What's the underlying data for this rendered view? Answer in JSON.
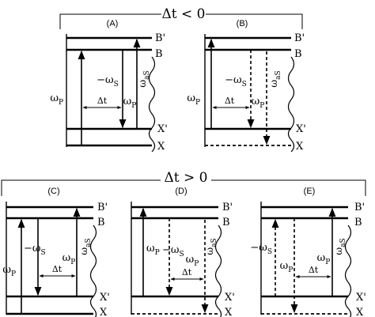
{
  "figure": {
    "group_top_label": "Δt < 0",
    "group_bottom_label": "Δt > 0",
    "panels": [
      {
        "id": "A",
        "label": "(A)",
        "levels": [
          "B'",
          "B",
          "X'",
          "X"
        ],
        "pump": "ω",
        "pump_sub": "P",
        "stokes": "−ω",
        "stokes_sub": "S",
        "probe": "ω",
        "probe_sub": "P",
        "antistokes": "ω",
        "antistokes_sub": "aS",
        "delay": "Δt"
      },
      {
        "id": "B",
        "label": "(B)",
        "levels": [
          "B'",
          "B",
          "X'",
          "X"
        ],
        "pump": "ω",
        "pump_sub": "P",
        "stokes": "−ω",
        "stokes_sub": "S",
        "probe": "ω",
        "probe_sub": "P",
        "antistokes": "ω",
        "antistokes_sub": "aS",
        "delay": "Δt"
      },
      {
        "id": "C",
        "label": "(C)",
        "levels": [
          "B'",
          "B",
          "X'",
          "X"
        ],
        "pump": "ω",
        "pump_sub": "P",
        "stokes": "−ω",
        "stokes_sub": "S",
        "probe": "ω",
        "probe_sub": "P",
        "antistokes": "ω",
        "antistokes_sub": "aS",
        "delay": "Δt"
      },
      {
        "id": "D",
        "label": "(D)",
        "levels": [
          "B'",
          "B",
          "X'",
          "X"
        ],
        "pump": "ω",
        "pump_sub": "P",
        "stokes": "−ω",
        "stokes_sub": "S",
        "probe": "ω",
        "probe_sub": "P",
        "antistokes": "ω",
        "antistokes_sub": "aS",
        "delay": "Δt"
      },
      {
        "id": "E",
        "label": "(E)",
        "levels": [
          "B'",
          "B",
          "X'",
          "X"
        ],
        "pump": "ω",
        "pump_sub": "P",
        "stokes": "−ω",
        "stokes_sub": "S",
        "probe": "ω",
        "probe_sub": "P",
        "antistokes": "ω",
        "antistokes_sub": "aS",
        "delay": "Δt"
      }
    ]
  }
}
